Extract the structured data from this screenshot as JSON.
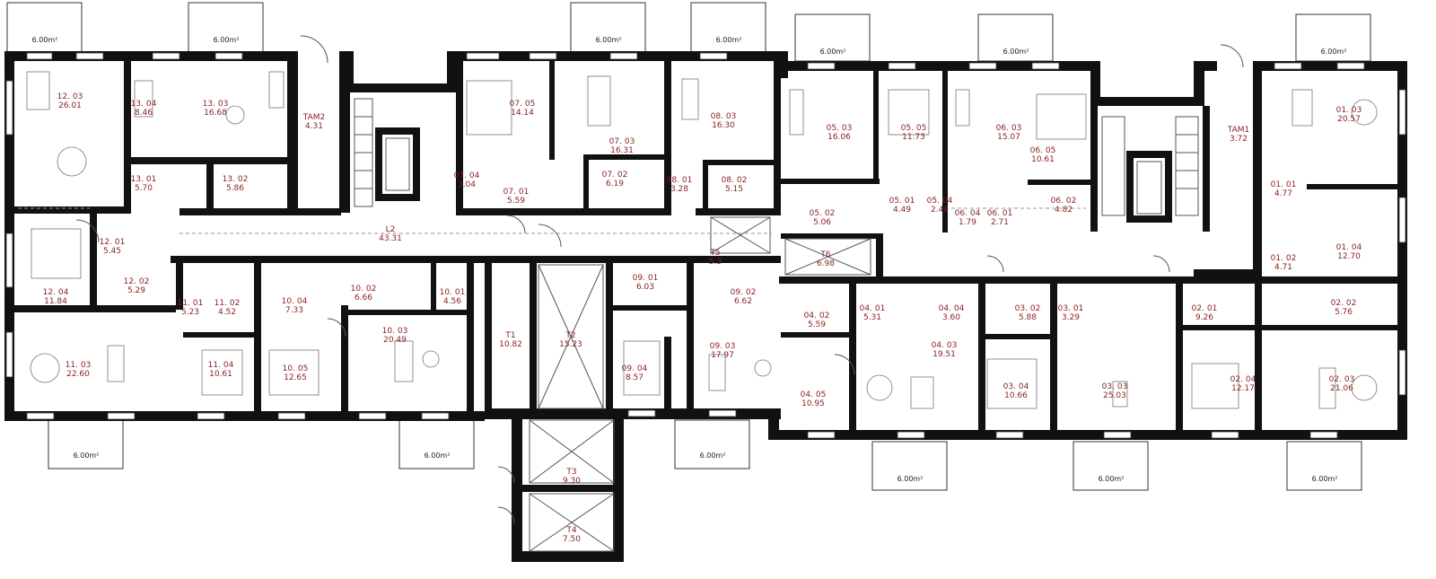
{
  "rooms": [
    {
      "id": "12. 03",
      "area": "26.01"
    },
    {
      "id": "13. 04",
      "area": "8.46"
    },
    {
      "id": "13. 03",
      "area": "16.68"
    },
    {
      "id": "TAM2",
      "area": "4.31"
    },
    {
      "id": "13. 01",
      "area": "5.70"
    },
    {
      "id": "13. 02",
      "area": "5.86"
    },
    {
      "id": "07. 05",
      "area": "14.14"
    },
    {
      "id": "07. 03",
      "area": "16.31"
    },
    {
      "id": "07. 04",
      "area": "3.04"
    },
    {
      "id": "07. 01",
      "area": "5.59"
    },
    {
      "id": "07. 02",
      "area": "6.19"
    },
    {
      "id": "08. 03",
      "area": "16.30"
    },
    {
      "id": "08. 01",
      "area": "3.28"
    },
    {
      "id": "08. 02",
      "area": "5.15"
    },
    {
      "id": "05. 03",
      "area": "16.06"
    },
    {
      "id": "05. 05",
      "area": "11.73"
    },
    {
      "id": "06. 03",
      "area": "15.07"
    },
    {
      "id": "06. 05",
      "area": "10.61"
    },
    {
      "id": "05. 02",
      "area": "5.06"
    },
    {
      "id": "05. 01",
      "area": "4.49"
    },
    {
      "id": "05. 04",
      "area": "2.49"
    },
    {
      "id": "06. 04",
      "area": "1.79"
    },
    {
      "id": "06. 01",
      "area": "2.71"
    },
    {
      "id": "06. 02",
      "area": "4.82"
    },
    {
      "id": "TAM1",
      "area": "3.72"
    },
    {
      "id": "01. 03",
      "area": "20.57"
    },
    {
      "id": "01. 01",
      "area": "4.77"
    },
    {
      "id": "01. 02",
      "area": "4.71"
    },
    {
      "id": "01. 04",
      "area": "12.70"
    },
    {
      "id": "12. 01",
      "area": "5.45"
    },
    {
      "id": "12. 04",
      "area": "11.84"
    },
    {
      "id": "12. 02",
      "area": "5.29"
    },
    {
      "id": "L2",
      "area": "43.31"
    },
    {
      "id": "T5",
      "area": "5.3"
    },
    {
      "id": "T6",
      "area": "6.98"
    },
    {
      "id": "11. 01",
      "area": "5.23"
    },
    {
      "id": "11. 02",
      "area": "4.52"
    },
    {
      "id": "10. 04",
      "area": "7.33"
    },
    {
      "id": "10. 02",
      "area": "6.66"
    },
    {
      "id": "10. 01",
      "area": "4.56"
    },
    {
      "id": "T1",
      "area": "10.82"
    },
    {
      "id": "T2",
      "area": "15.23"
    },
    {
      "id": "09. 01",
      "area": "6.03"
    },
    {
      "id": "09. 02",
      "area": "6.62"
    },
    {
      "id": "11. 03",
      "area": "22.60"
    },
    {
      "id": "11. 04",
      "area": "10.61"
    },
    {
      "id": "10. 05",
      "area": "12.65"
    },
    {
      "id": "10. 03",
      "area": "20.49"
    },
    {
      "id": "09. 04",
      "area": "8.57"
    },
    {
      "id": "09. 03",
      "area": "17.97"
    },
    {
      "id": "04. 02",
      "area": "5.59"
    },
    {
      "id": "04. 01",
      "area": "5.31"
    },
    {
      "id": "04. 04",
      "area": "3.60"
    },
    {
      "id": "04. 03",
      "area": "19.51"
    },
    {
      "id": "03. 02",
      "area": "5.88"
    },
    {
      "id": "03. 01",
      "area": "3.29"
    },
    {
      "id": "02. 01",
      "area": "9.26"
    },
    {
      "id": "02. 02",
      "area": "5.76"
    },
    {
      "id": "04. 05",
      "area": "10.95"
    },
    {
      "id": "03. 04",
      "area": "10.66"
    },
    {
      "id": "03. 03",
      "area": "25.03"
    },
    {
      "id": "02. 04",
      "area": "12.17"
    },
    {
      "id": "02. 03",
      "area": "21.06"
    },
    {
      "id": "T3",
      "area": "9.30"
    },
    {
      "id": "T4",
      "area": "7.50"
    }
  ],
  "balconies": [
    "6.00m²",
    "6.00m²",
    "6.00m²",
    "6.00m²",
    "6.00m²",
    "6.00m²",
    "6.00m²",
    "6.00m²",
    "6.00m²",
    "6.00m²",
    "6.00m²",
    "6.00m²",
    "6.00m²"
  ]
}
